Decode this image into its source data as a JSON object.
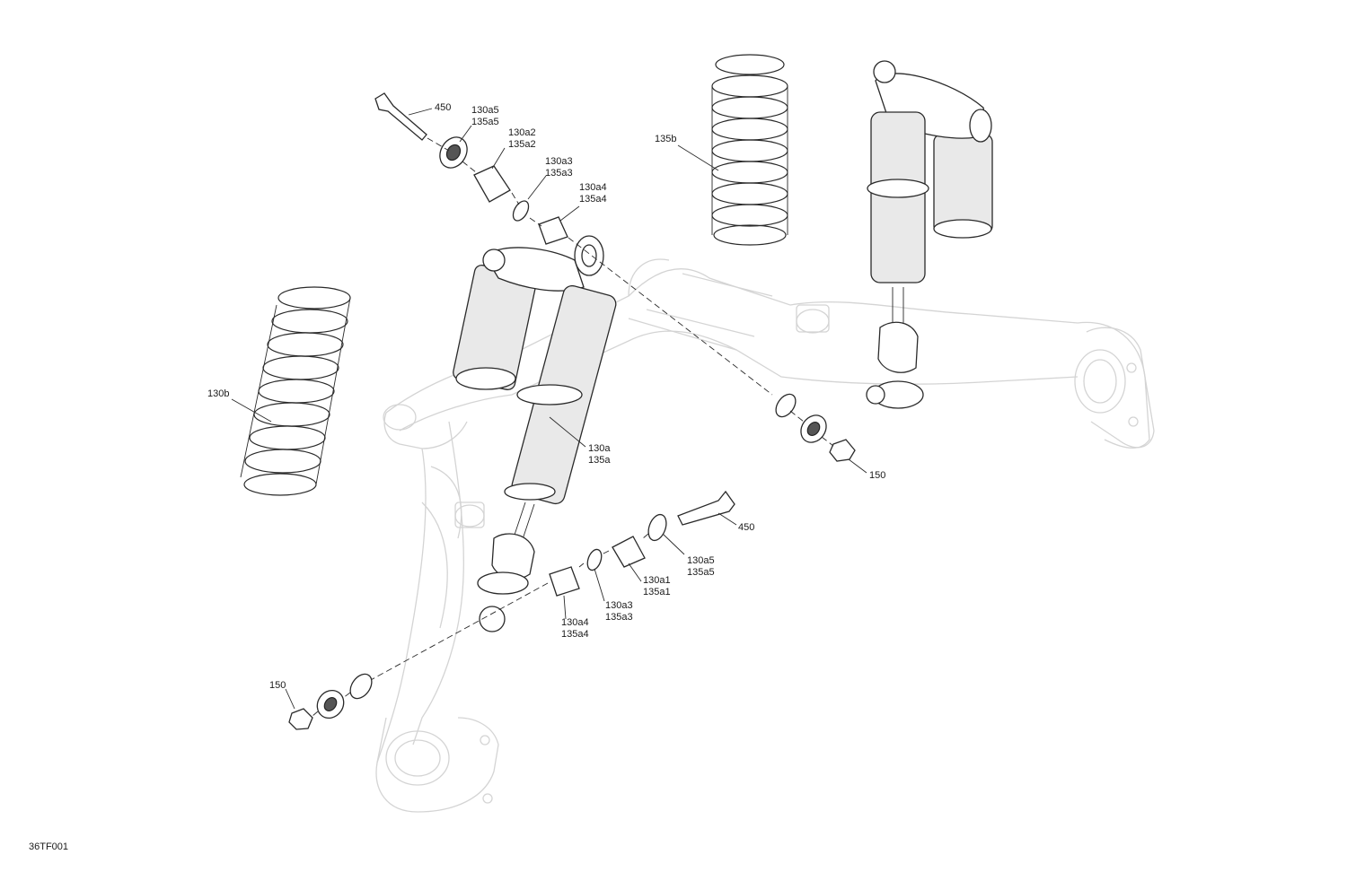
{
  "callouts": {
    "c130b": "130b",
    "c135b": "135b",
    "top_bolt_450": "450",
    "top_130a5": "130a5",
    "top_135a5": "135a5",
    "top_130a2": "130a2",
    "top_135a2": "135a2",
    "top_130a3": "130a3",
    "top_135a3": "135a3",
    "top_130a4": "130a4",
    "top_135a4": "135a4",
    "mid_130a": "130a",
    "mid_135a": "135a",
    "right_nut_150": "150",
    "bot_bolt_450": "450",
    "bot_130a5": "130a5",
    "bot_135a5": "135a5",
    "bot_130a1": "130a1",
    "bot_135a1": "135a1",
    "bot_130a3": "130a3",
    "bot_135a3": "135a3",
    "bot_130a4": "130a4",
    "bot_135a4": "135a4",
    "left_nut_150": "150"
  },
  "figure_id": "36TF001"
}
